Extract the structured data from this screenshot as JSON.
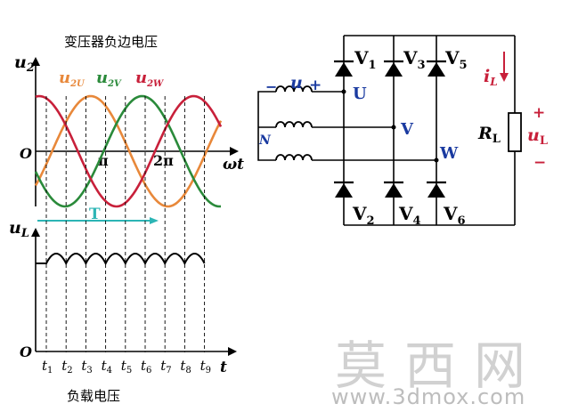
{
  "top_title": "变压器负边电压",
  "bottom_title": "负载电压",
  "wave_axis": {
    "y_label": "u",
    "y_sub": "2",
    "origin": "O",
    "x_label": "ωt",
    "pi": "π",
    "two_pi": "2π"
  },
  "phases": [
    {
      "name": "u",
      "sub": "2U",
      "color": "#e8883a"
    },
    {
      "name": "u",
      "sub": "2V",
      "color": "#2a8a3a"
    },
    {
      "name": "u",
      "sub": "2W",
      "color": "#c8203a"
    }
  ],
  "period_label": "T",
  "period_color": "#2cb5b5",
  "load_axis": {
    "y_label": "u",
    "y_sub": "L",
    "origin": "O",
    "x_label": "t"
  },
  "t_ticks": [
    {
      "name": "t",
      "sub": "1"
    },
    {
      "name": "t",
      "sub": "2"
    },
    {
      "name": "t",
      "sub": "3"
    },
    {
      "name": "t",
      "sub": "4"
    },
    {
      "name": "t",
      "sub": "5"
    },
    {
      "name": "t",
      "sub": "6"
    },
    {
      "name": "t",
      "sub": "7"
    },
    {
      "name": "t",
      "sub": "8"
    },
    {
      "name": "t",
      "sub": "9"
    }
  ],
  "circuit": {
    "source_sign_minus": "−",
    "source_label": "u",
    "source_sign_plus": "+",
    "neutral": "N",
    "nodes": [
      "U",
      "V",
      "W"
    ],
    "diodes_top": [
      {
        "name": "V",
        "sub": "1"
      },
      {
        "name": "V",
        "sub": "3"
      },
      {
        "name": "V",
        "sub": "5"
      }
    ],
    "diodes_bottom": [
      {
        "name": "V",
        "sub": "2"
      },
      {
        "name": "V",
        "sub": "4"
      },
      {
        "name": "V",
        "sub": "6"
      }
    ],
    "current": {
      "name": "i",
      "sub": "L"
    },
    "resistor": {
      "name": "R",
      "sub": "L"
    },
    "output": {
      "plus": "+",
      "name": "u",
      "sub": "L",
      "minus": "−"
    },
    "accent_color": "#c8203a",
    "label_color": "#1a3aa0"
  },
  "watermark": {
    "cn": "莫西网",
    "url": "www.3dmox.com"
  }
}
